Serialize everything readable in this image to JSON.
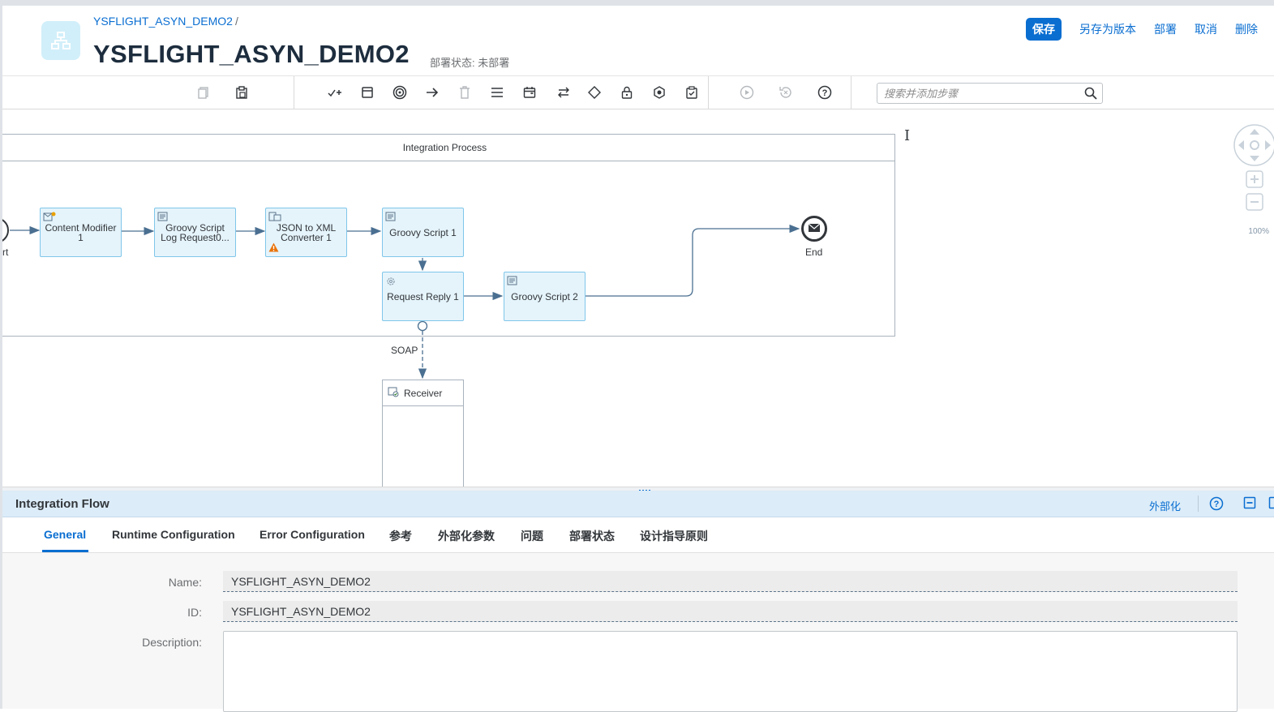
{
  "header": {
    "breadcrumb": "YSFLIGHT_ASYN_DEMO2",
    "breadcrumb_sep": "/",
    "title": "YSFLIGHT_ASYN_DEMO2",
    "deploy_status": "部署状态: 未部署",
    "actions": {
      "save": "保存",
      "save_as_version": "另存为版本",
      "deploy": "部署",
      "cancel": "取消",
      "delete": "删除"
    }
  },
  "toolbar": {
    "icons": [
      "copy-icon",
      "paste-icon",
      "select-step-icon",
      "participant-icon",
      "event-icon",
      "connection-arrow-icon",
      "delete-icon",
      "menu-icon",
      "calendar-icon",
      "routing-icon",
      "gateway-icon",
      "security-icon",
      "converter-icon",
      "validate-icon",
      "simulation-icon",
      "undo-icon",
      "help-icon"
    ],
    "search_placeholder": "搜索并添加步骤"
  },
  "canvas": {
    "pool_title": "Integration Process",
    "start_label": "rt",
    "steps": {
      "content_modifier": "Content Modifier 1",
      "groovy_log": "Groovy Script Log Request0...",
      "json_xml": "JSON to XML Converter 1",
      "groovy1": "Groovy Script 1",
      "request_reply": "Request Reply 1",
      "groovy2": "Groovy Script 2"
    },
    "end_label": "End",
    "soap_label": "SOAP",
    "receiver_label": "Receiver",
    "zoom": "100%"
  },
  "panel": {
    "title": "Integration Flow",
    "externalize": "外部化",
    "tabs": [
      "General",
      "Runtime Configuration",
      "Error Configuration",
      "参考",
      "外部化参数",
      "问题",
      "部署状态",
      "设计指导原则"
    ],
    "active_tab": "General",
    "fields": {
      "name_label": "Name:",
      "name_value": "YSFLIGHT_ASYN_DEMO2",
      "id_label": "ID:",
      "id_value": "YSFLIGHT_ASYN_DEMO2",
      "description_label": "Description:"
    }
  },
  "colors": {
    "accent": "#0a6ed1",
    "step_fill": "#e5f4fb",
    "step_border": "#7fc6ea",
    "panel_header": "#dcecf8",
    "warning": "#e9730c"
  }
}
